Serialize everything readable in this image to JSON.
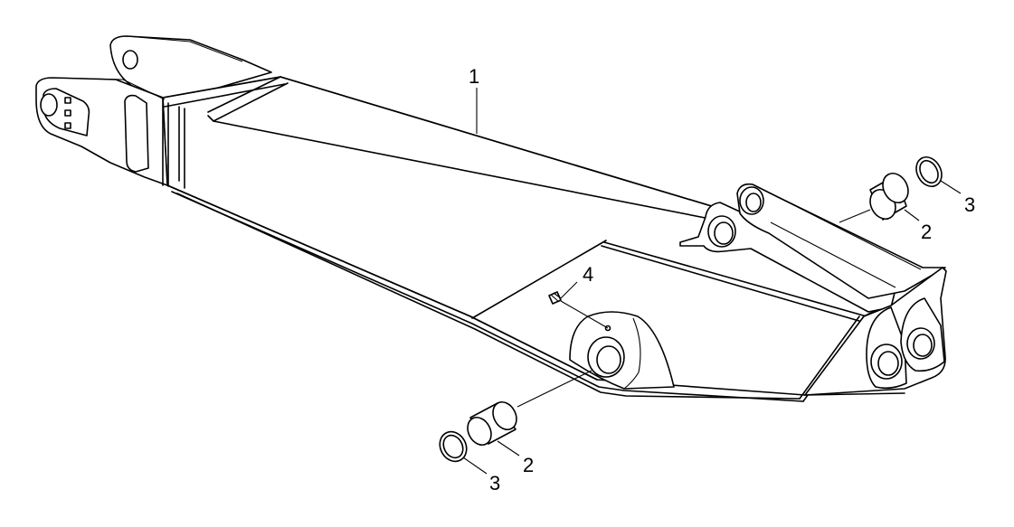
{
  "diagram": {
    "stroke_color": "#000000",
    "background_color": "#ffffff",
    "callouts": [
      {
        "id": "boom-callout",
        "label": "1"
      },
      {
        "id": "bushing-right-callout",
        "label": "2"
      },
      {
        "id": "seal-ring-right-callout",
        "label": "3"
      },
      {
        "id": "grease-fitting-callout",
        "label": "4"
      },
      {
        "id": "bushing-left-callout",
        "label": "2"
      },
      {
        "id": "seal-ring-left-callout",
        "label": "3"
      }
    ]
  }
}
